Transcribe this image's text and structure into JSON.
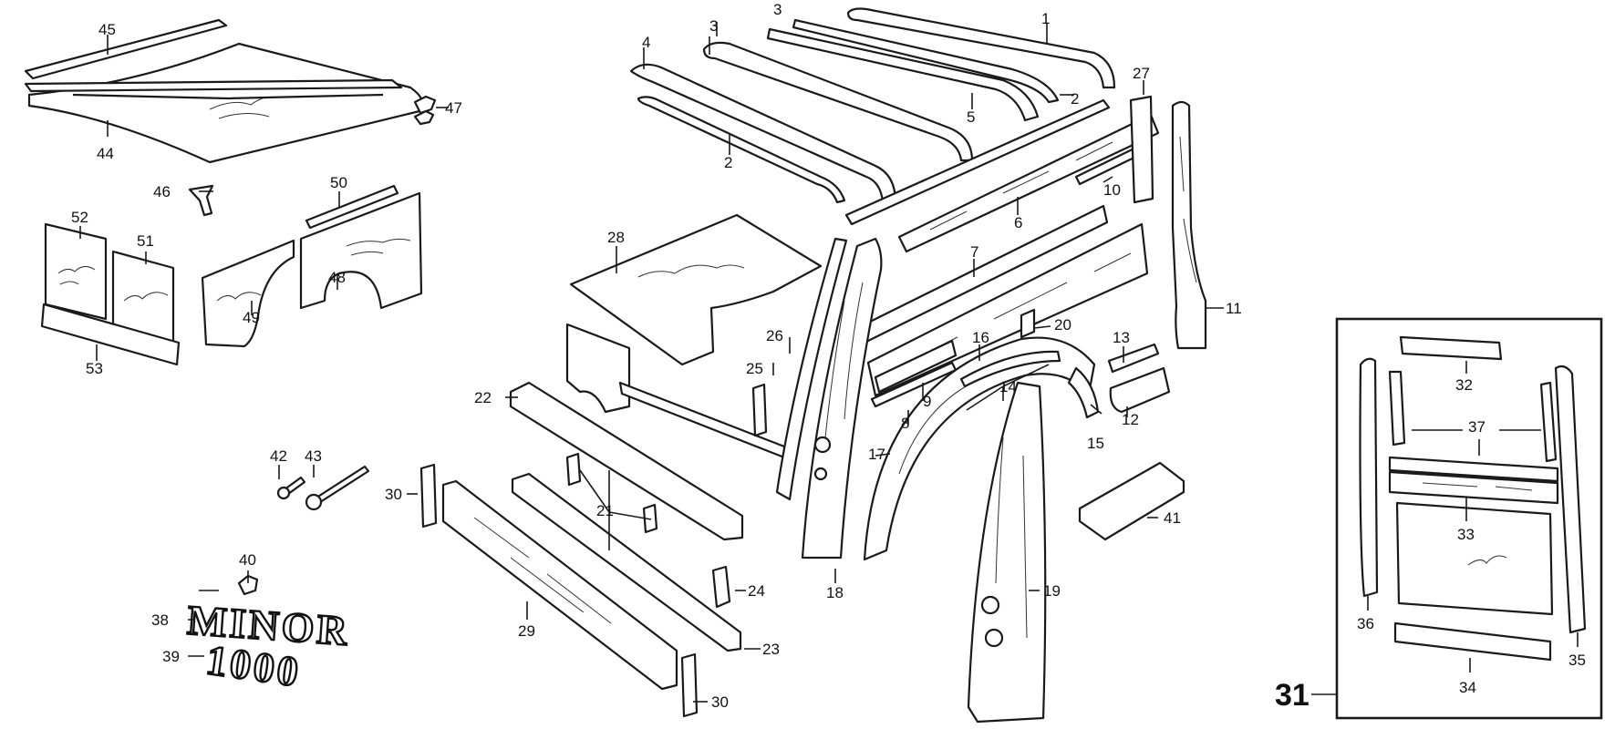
{
  "diagram": {
    "part_labels": [
      "1",
      "2",
      "3",
      "4",
      "5",
      "6",
      "7",
      "8",
      "9",
      "10",
      "11",
      "12",
      "13",
      "14",
      "15",
      "16",
      "17",
      "18",
      "19",
      "20",
      "21",
      "22",
      "23",
      "24",
      "25",
      "26",
      "27",
      "28",
      "29",
      "30",
      "32",
      "33",
      "34",
      "35",
      "36",
      "37",
      "38",
      "39",
      "40",
      "41",
      "42",
      "43",
      "44",
      "45",
      "46",
      "47",
      "48",
      "49",
      "50",
      "51",
      "52",
      "53"
    ],
    "inset_label": "31",
    "badge": {
      "word": "MINOR",
      "number": "1000"
    },
    "colors": {
      "line": "#1a1a1a",
      "background": "#ffffff"
    }
  }
}
